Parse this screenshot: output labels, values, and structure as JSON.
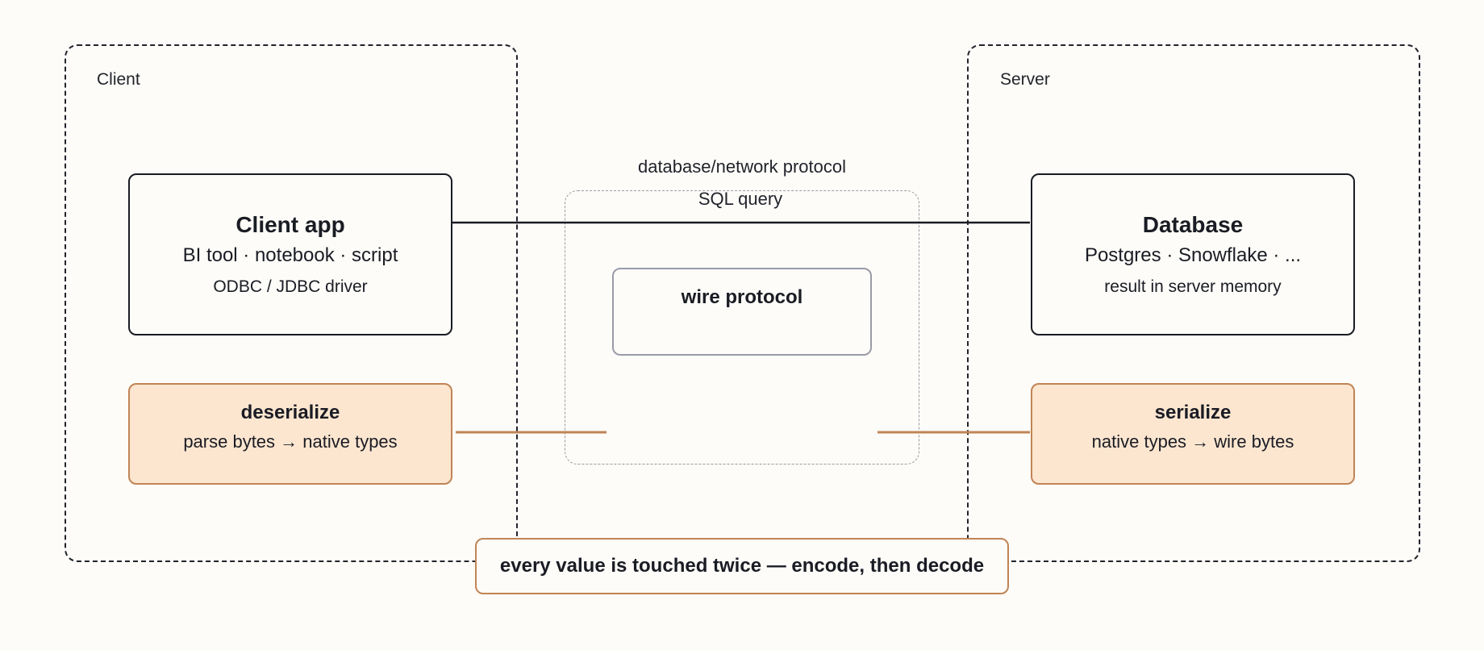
{
  "zones": {
    "client_label": "Client",
    "server_label": "Server"
  },
  "protocol": {
    "label": "database/network protocol",
    "query_label": "SQL query",
    "wire_label": "wire protocol"
  },
  "client_app": {
    "title": "Client app",
    "subtitle": "BI tool · notebook · script",
    "detail": "ODBC / JDBC driver"
  },
  "database": {
    "title": "Database",
    "subtitle": "Postgres · Snowflake · ...",
    "detail": "result in server memory"
  },
  "deserialize": {
    "title": "deserialize",
    "subtitle": "parse bytes → native types"
  },
  "serialize": {
    "title": "serialize",
    "subtitle": "native types → wire bytes"
  },
  "callout": {
    "text": "every value is touched twice — encode, then decode"
  },
  "colors": {
    "accent": "#c08456",
    "accent_fill": "#fde6d0",
    "ink": "#1a1c24",
    "muted": "#9a9aa4",
    "background": "#fdfcf8"
  }
}
